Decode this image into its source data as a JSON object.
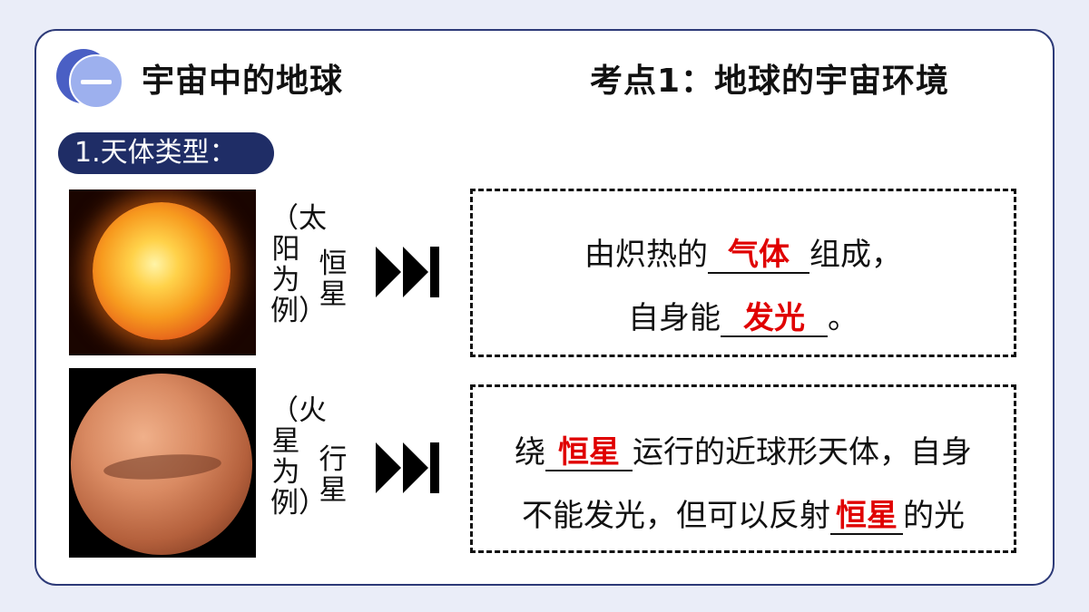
{
  "header": {
    "section_title": "宇宙中的地球",
    "topic_title": "考点1：地球的宇宙环境"
  },
  "subsection": {
    "label": "1.天体类型："
  },
  "rows": [
    {
      "example": "（太阳为例）",
      "type": "恒星",
      "line1": {
        "before": "由炽热的",
        "answer": "气体",
        "after": "组成，"
      },
      "line2": {
        "before": "自身能",
        "answer": "发光",
        "after": "。"
      }
    },
    {
      "example": "（火星为例）",
      "type": "行星",
      "line1": {
        "before": "绕",
        "answer": "恒星",
        "after": "运行的近球形天体，自身"
      },
      "line2": {
        "before": "不能发光，但可以反射",
        "answer": "恒星",
        "after": "的光"
      }
    }
  ],
  "colors": {
    "accent": "#1f2d66",
    "answer": "#e00000",
    "badge": "#4a5fc4"
  }
}
